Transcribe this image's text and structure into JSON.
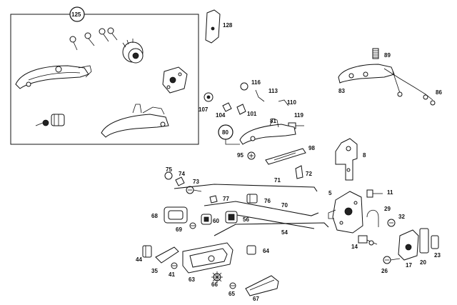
{
  "callouts": [
    {
      "key": "125",
      "text": "125"
    },
    {
      "key": "128",
      "text": "128"
    },
    {
      "key": "89",
      "text": "89"
    },
    {
      "key": "83",
      "text": "83"
    },
    {
      "key": "86",
      "text": "86"
    },
    {
      "key": "116",
      "text": "116"
    },
    {
      "key": "113",
      "text": "113"
    },
    {
      "key": "107",
      "text": "107"
    },
    {
      "key": "104",
      "text": "104"
    },
    {
      "key": "101",
      "text": "101"
    },
    {
      "key": "110",
      "text": "110"
    },
    {
      "key": "81",
      "text": "81"
    },
    {
      "key": "119",
      "text": "119"
    },
    {
      "key": "80",
      "text": "80"
    },
    {
      "key": "95",
      "text": "95"
    },
    {
      "key": "98",
      "text": "98"
    },
    {
      "key": "8",
      "text": "8"
    },
    {
      "key": "75",
      "text": "75"
    },
    {
      "key": "74",
      "text": "74"
    },
    {
      "key": "73",
      "text": "73"
    },
    {
      "key": "71",
      "text": "71"
    },
    {
      "key": "72",
      "text": "72"
    },
    {
      "key": "77",
      "text": "77"
    },
    {
      "key": "76",
      "text": "76"
    },
    {
      "key": "5",
      "text": "5"
    },
    {
      "key": "11",
      "text": "11"
    },
    {
      "key": "70",
      "text": "70"
    },
    {
      "key": "68",
      "text": "68"
    },
    {
      "key": "60",
      "text": "60"
    },
    {
      "key": "56",
      "text": "56"
    },
    {
      "key": "69",
      "text": "69"
    },
    {
      "key": "29",
      "text": "29"
    },
    {
      "key": "32",
      "text": "32"
    },
    {
      "key": "54",
      "text": "54"
    },
    {
      "key": "14",
      "text": "14"
    },
    {
      "key": "44",
      "text": "44"
    },
    {
      "key": "64",
      "text": "64"
    },
    {
      "key": "35",
      "text": "35"
    },
    {
      "key": "41",
      "text": "41"
    },
    {
      "key": "63",
      "text": "63"
    },
    {
      "key": "66",
      "text": "66"
    },
    {
      "key": "65",
      "text": "65"
    },
    {
      "key": "67",
      "text": "67"
    },
    {
      "key": "17",
      "text": "17"
    },
    {
      "key": "20",
      "text": "20"
    },
    {
      "key": "23",
      "text": "23"
    },
    {
      "key": "26",
      "text": "26"
    }
  ]
}
